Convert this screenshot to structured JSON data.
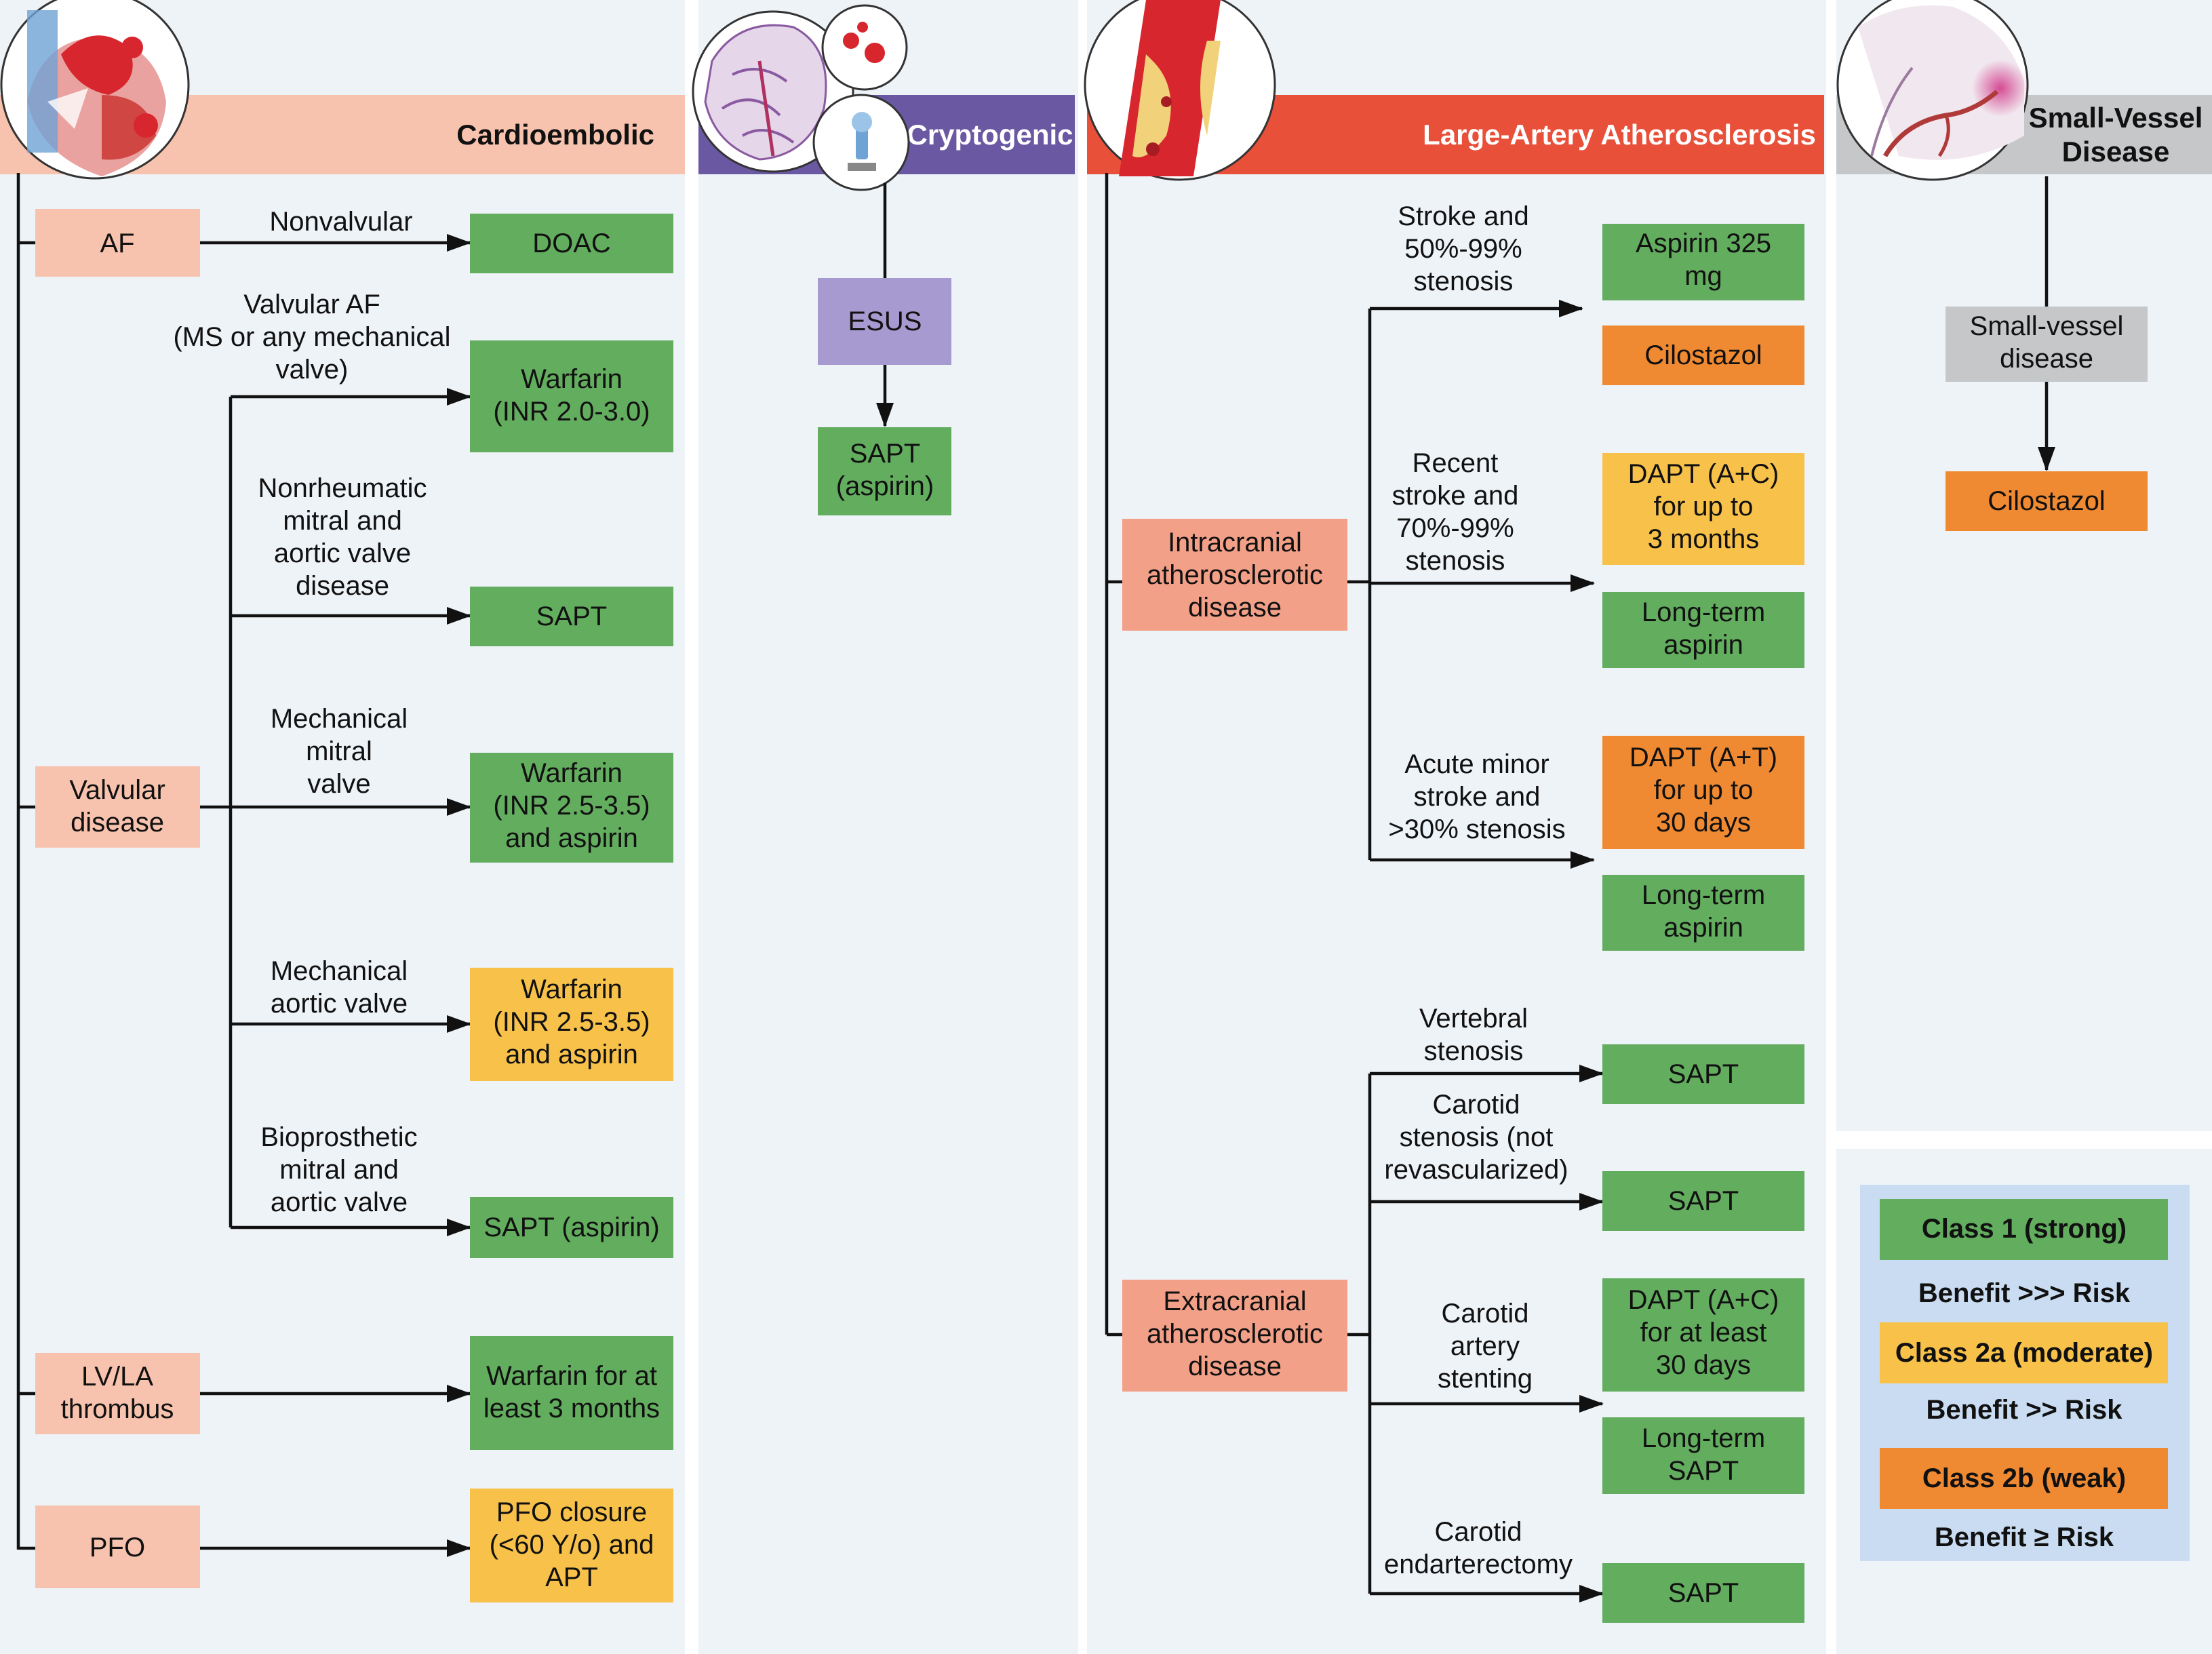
{
  "colors": {
    "panel_bg": "#eef3f8",
    "cardio_header": "#f7c3ae",
    "cryptogenic_header": "#6a58a3",
    "laa_header": "#e8503a",
    "svd_header": "#c6c7c9",
    "class1_green": "#63ad5f",
    "class2a_yellow": "#f8c24a",
    "class2b_orange": "#f08a32",
    "source_box_pink": "#f8c3ae",
    "source_box_salmon": "#f3a088",
    "esus_purple": "#a79ad0",
    "svd_gray": "#c6c7c9",
    "legend_bg": "#c9dcf1"
  },
  "panels": {
    "cardioembolic": {
      "title": "Cardioembolic",
      "illustration": "heart-illustration",
      "sources": [
        "AF",
        "Valvular\ndisease",
        "LV/LA\nthrombus",
        "PFO"
      ],
      "conditions": [
        "Nonvalvular",
        "Valvular AF\n(MS or any mechanical\nvalve)",
        "Nonrheumatic\nmitral and\naortic valve\ndisease",
        "Mechanical\nmitral\nvalve",
        "Mechanical\naortic valve",
        "Bioprosthetic\nmitral and\naortic valve"
      ],
      "treatments": [
        "DOAC",
        "Warfarin\n(INR 2.0-3.0)",
        "SAPT",
        "Warfarin\n(INR 2.5-3.5)\nand aspirin",
        "Warfarin\n(INR 2.5-3.5)\nand aspirin",
        "SAPT (aspirin)",
        "Warfarin for at\nleast 3 months",
        "PFO closure\n(<60 Y/o) and\nAPT"
      ]
    },
    "cryptogenic": {
      "title": "Cryptogenic",
      "illustration": "brain-embolus-illustration",
      "source": "ESUS",
      "treatment": "SAPT\n(aspirin)"
    },
    "large_artery": {
      "title": "Large-Artery Atherosclerosis",
      "illustration": "artery-plaque-illustration",
      "sources": [
        "Intracranial\natherosclerotic\ndisease",
        "Extracranial\natherosclerotic\ndisease"
      ],
      "conditions": [
        "Stroke and\n50%-99%\nstenosis",
        "Recent\nstroke and\n70%-99%\nstenosis",
        "Acute minor\nstroke and\n>30% stenosis",
        "Vertebral\nstenosis",
        "Carotid\nstenosis (not\nrevascularized)",
        "Carotid\nartery\nstenting",
        "Carotid\nendarterectomy"
      ],
      "treatments": [
        "Aspirin 325\nmg",
        "Cilostazol",
        "DAPT (A+C)\nfor up to\n3 months",
        "Long-term\naspirin",
        "DAPT (A+T)\nfor up to\n30 days",
        "Long-term\naspirin",
        "SAPT",
        "SAPT",
        "DAPT (A+C)\nfor at least\n30 days",
        "Long-term\nSAPT",
        "SAPT"
      ]
    },
    "small_vessel": {
      "title": "Small-Vessel\nDisease",
      "illustration": "small-vessel-illustration",
      "source": "Small-vessel\ndisease",
      "treatment": "Cilostazol"
    }
  },
  "legend": {
    "items": [
      {
        "label": "Class 1 (strong)",
        "benefit": "Benefit >>> Risk"
      },
      {
        "label": "Class 2a (moderate)",
        "benefit": "Benefit >> Risk"
      },
      {
        "label": "Class 2b (weak)",
        "benefit": "Benefit ≥ Risk"
      }
    ]
  }
}
